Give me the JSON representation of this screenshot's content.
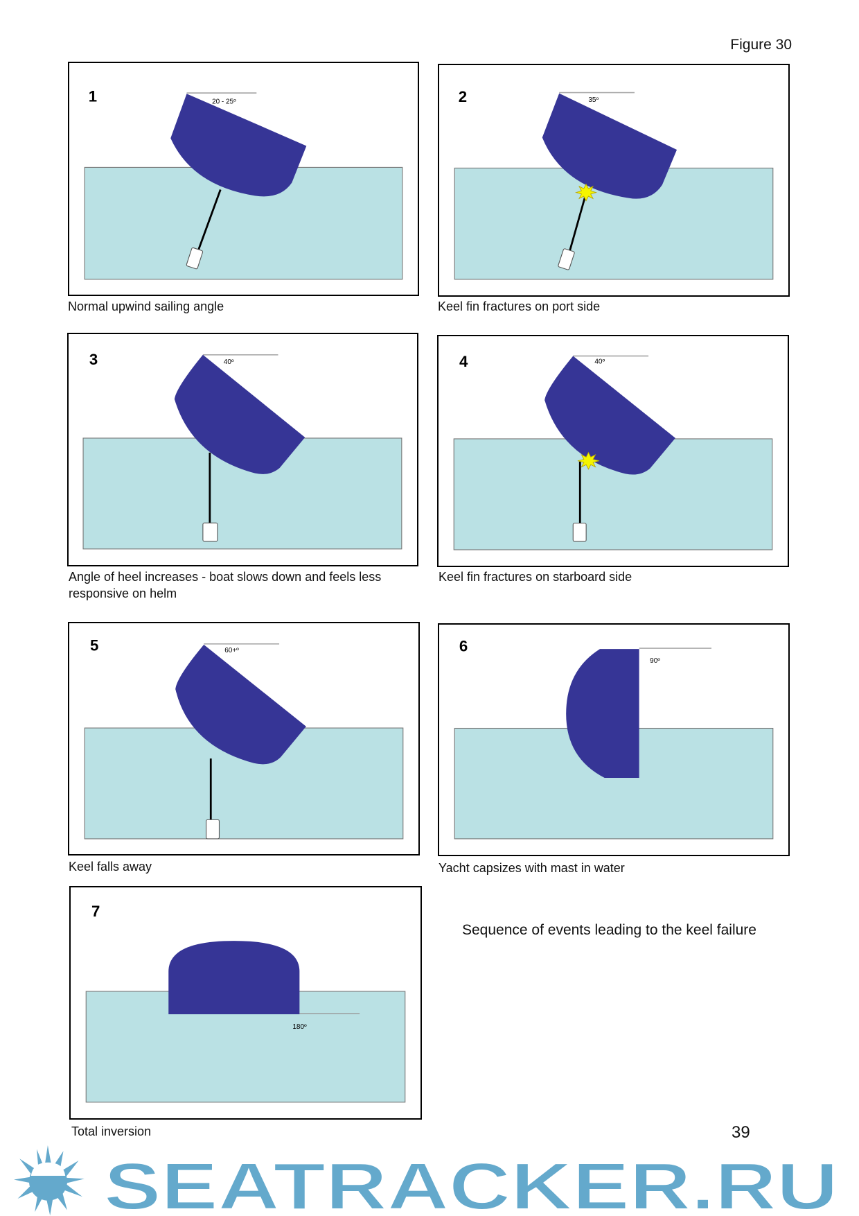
{
  "figure_title": "Figure 30",
  "panels": [
    {
      "number": "1",
      "angle": "20 - 25º",
      "caption": "Normal upwind sailing angle"
    },
    {
      "number": "2",
      "angle": "35º",
      "caption": "Keel fin fractures on port side"
    },
    {
      "number": "3",
      "angle": "40º",
      "caption": "Angle of heel increases - boat slows down and feels less responsive on helm"
    },
    {
      "number": "4",
      "angle": "40º",
      "caption": "Keel fin fractures on starboard  side"
    },
    {
      "number": "5",
      "angle": "60+º",
      "caption": "Keel falls away"
    },
    {
      "number": "6",
      "angle": "90º",
      "caption": "Yacht capsizes with mast in water"
    },
    {
      "number": "7",
      "angle": "180º",
      "caption": "Total inversion"
    }
  ],
  "sequence_caption": "Sequence of events leading to the keel failure",
  "page_number": "39",
  "watermark": "SEATRACKER.RU",
  "colors": {
    "hull": "#363596",
    "water": "#bae1e4",
    "fracture": "#f5f500",
    "watermark": "#64a9cc"
  }
}
